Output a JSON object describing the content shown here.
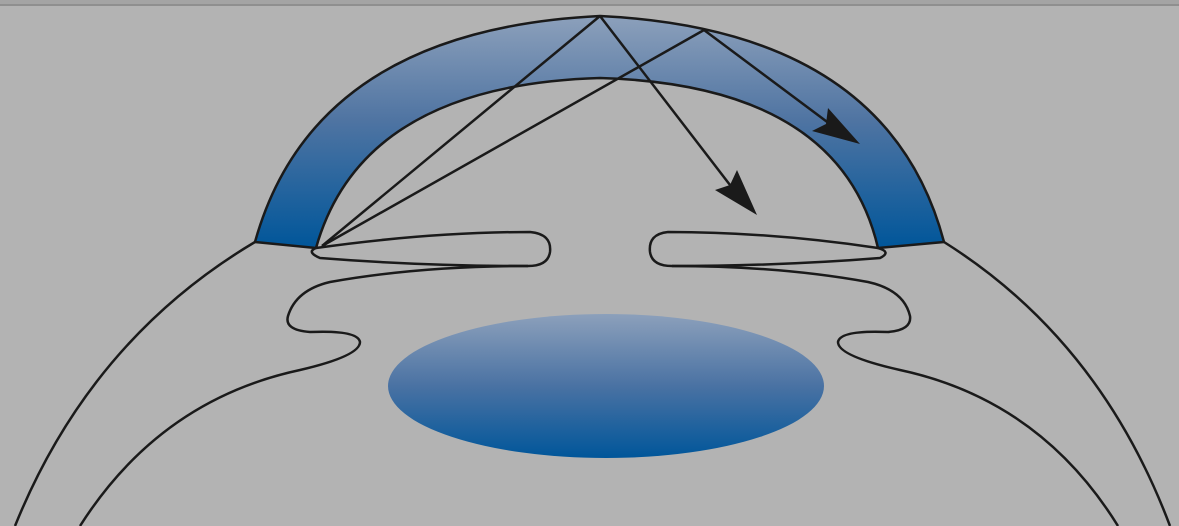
{
  "diagram": {
    "kind": "eye anterior segment cross-section with light rays",
    "colors": {
      "background": "#b3b3b3",
      "outline": "#1a1a1a",
      "tissue_light": "#8ca0bb",
      "tissue_dark": "#00569a"
    },
    "parts": [
      "cornea",
      "sclera",
      "iris",
      "ciliary-body",
      "lens",
      "light-rays"
    ],
    "ray_count": 4
  }
}
